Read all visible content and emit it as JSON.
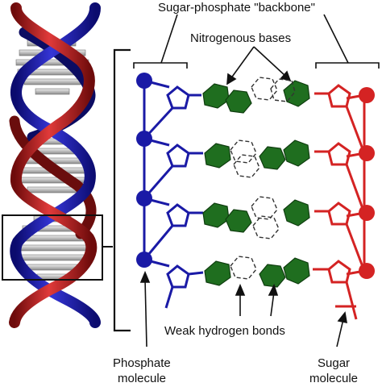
{
  "labels": {
    "backbone": "Sugar-phosphate \"backbone\"",
    "bases": "Nitrogenous bases",
    "hydrogen": "Weak hydrogen bonds",
    "phosphate_line1": "Phosphate",
    "phosphate_line2": "molecule",
    "sugar_line1": "Sugar",
    "sugar_line2": "molecule"
  },
  "colors": {
    "strand_blue": "#1a1aa6",
    "strand_red": "#d42323",
    "base_green": "#1f6e1f",
    "rung_gray": "#9a9a9a",
    "text": "#111111"
  }
}
